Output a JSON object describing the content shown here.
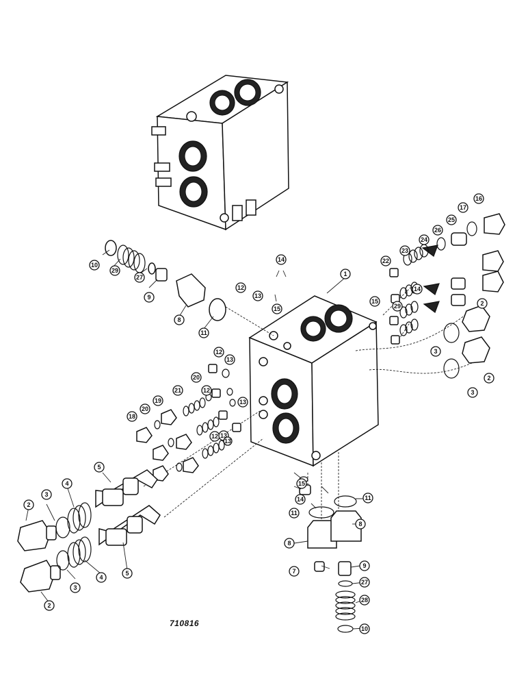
{
  "drawing": {
    "reference_code": "710816"
  },
  "callouts": [
    {
      "num": "1"
    },
    {
      "num": "2"
    },
    {
      "num": "2"
    },
    {
      "num": "2"
    },
    {
      "num": "2"
    },
    {
      "num": "3"
    },
    {
      "num": "3"
    },
    {
      "num": "3"
    },
    {
      "num": "3"
    },
    {
      "num": "4"
    },
    {
      "num": "4"
    },
    {
      "num": "5"
    },
    {
      "num": "5"
    },
    {
      "num": "7"
    },
    {
      "num": "8"
    },
    {
      "num": "8"
    },
    {
      "num": "8"
    },
    {
      "num": "9"
    },
    {
      "num": "9"
    },
    {
      "num": "10"
    },
    {
      "num": "10"
    },
    {
      "num": "11"
    },
    {
      "num": "11"
    },
    {
      "num": "11"
    },
    {
      "num": "12"
    },
    {
      "num": "12"
    },
    {
      "num": "12"
    },
    {
      "num": "12"
    },
    {
      "num": "13"
    },
    {
      "num": "13"
    },
    {
      "num": "13"
    },
    {
      "num": "13"
    },
    {
      "num": "13"
    },
    {
      "num": "14"
    },
    {
      "num": "14"
    },
    {
      "num": "14"
    },
    {
      "num": "15"
    },
    {
      "num": "15"
    },
    {
      "num": "15"
    },
    {
      "num": "16"
    },
    {
      "num": "17"
    },
    {
      "num": "18"
    },
    {
      "num": "19"
    },
    {
      "num": "20"
    },
    {
      "num": "20"
    },
    {
      "num": "21"
    },
    {
      "num": "22"
    },
    {
      "num": "23"
    },
    {
      "num": "24"
    },
    {
      "num": "25"
    },
    {
      "num": "26"
    },
    {
      "num": "27"
    },
    {
      "num": "27"
    },
    {
      "num": "28"
    },
    {
      "num": "29"
    },
    {
      "num": "29"
    }
  ]
}
